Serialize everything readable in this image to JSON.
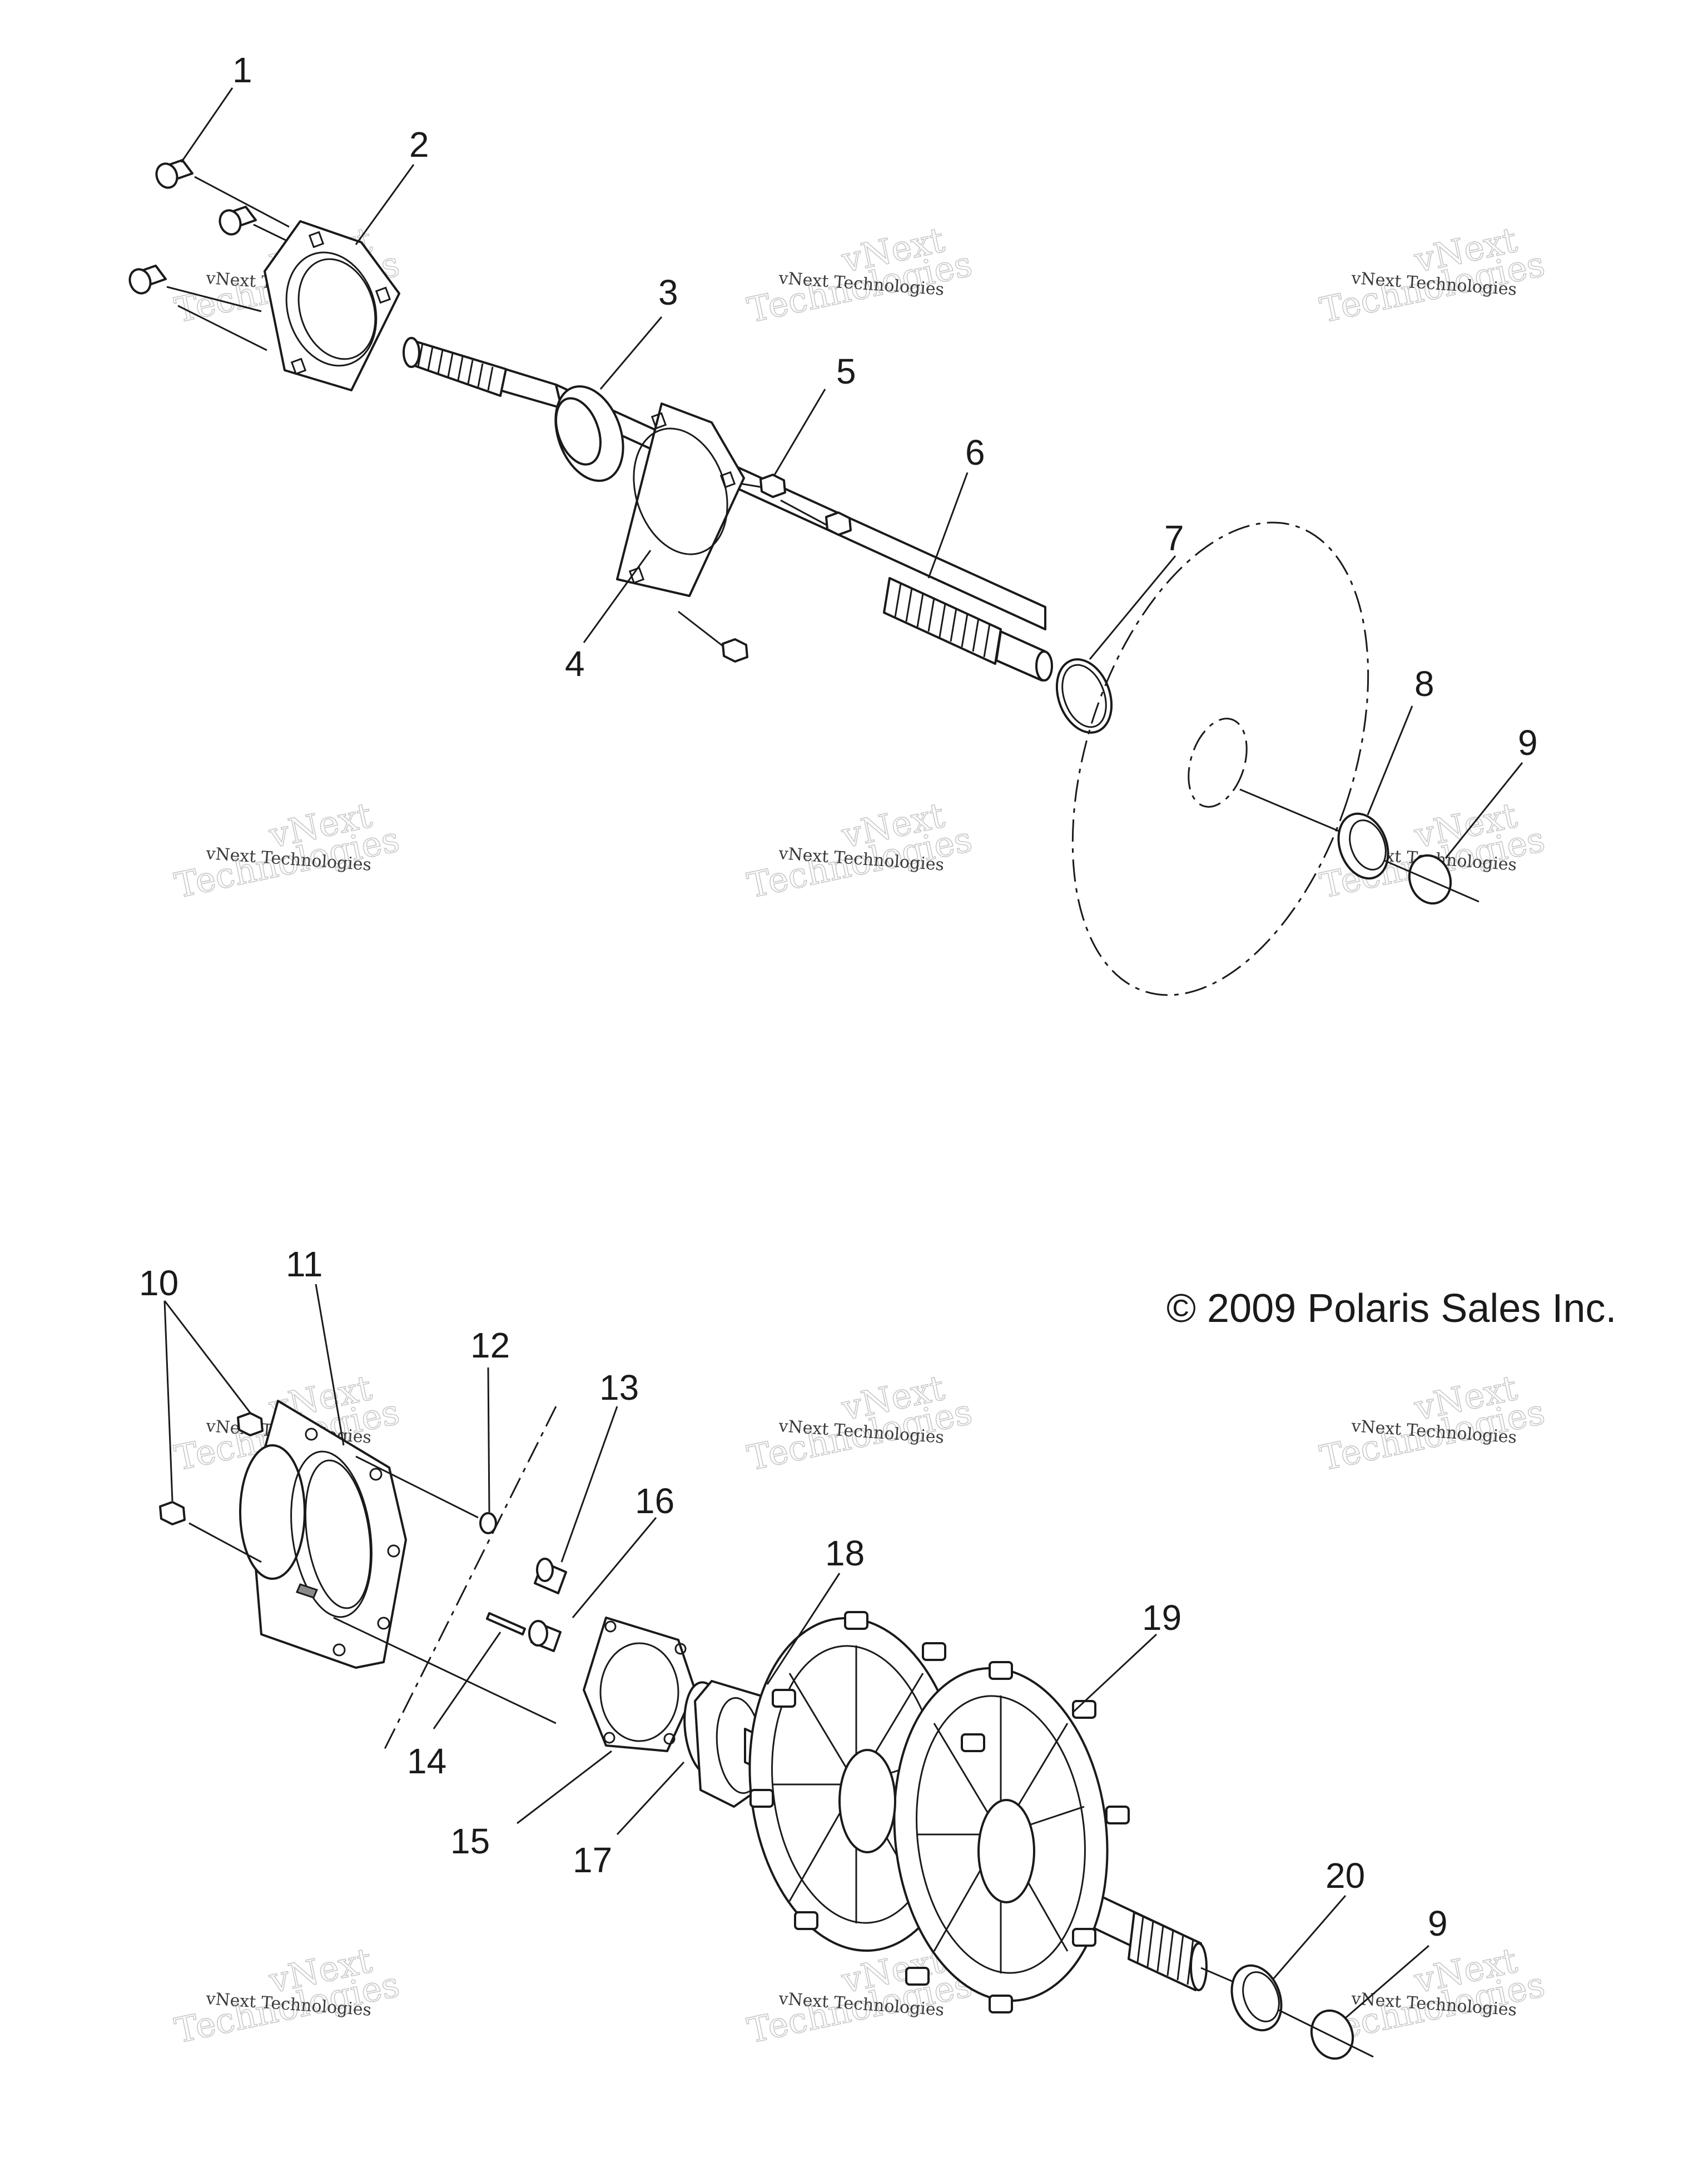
{
  "callouts": [
    {
      "label": "1"
    },
    {
      "label": "2"
    },
    {
      "label": "3"
    },
    {
      "label": "5"
    },
    {
      "label": "6"
    },
    {
      "label": "4"
    },
    {
      "label": "7"
    },
    {
      "label": "8"
    },
    {
      "label": "9"
    },
    {
      "label": "10"
    },
    {
      "label": "11"
    },
    {
      "label": "12"
    },
    {
      "label": "13"
    },
    {
      "label": "16"
    },
    {
      "label": "18"
    },
    {
      "label": "19"
    },
    {
      "label": "14"
    },
    {
      "label": "15"
    },
    {
      "label": "17"
    },
    {
      "label": "20"
    },
    {
      "label": "9"
    }
  ],
  "copyright": "© 2009 Polaris Sales Inc.",
  "watermark": {
    "line1": "vNext Technologies",
    "line2": "vNext",
    "line3": "Technologies"
  }
}
